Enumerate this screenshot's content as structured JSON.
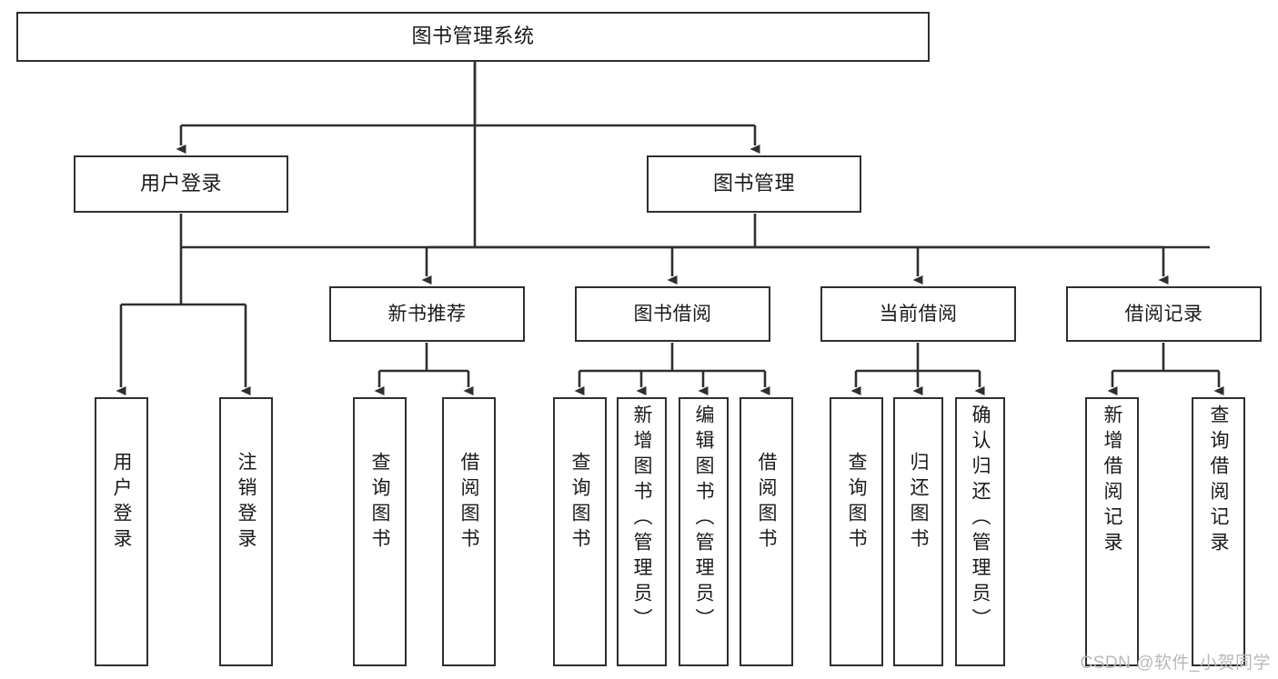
{
  "diagram": {
    "title": "图书管理系统",
    "type": "hierarchy-tree",
    "watermark": "CSDN @软件_小贺同学",
    "colors": {
      "stroke": "#2f2f2f",
      "fill": "#ffffff",
      "text": "#1a1a1a",
      "watermark": "#b9b9b9"
    },
    "nodes": {
      "root": {
        "label": "图书管理系统"
      },
      "level1": [
        {
          "id": "user-login",
          "label": "用户登录"
        },
        {
          "id": "book-management",
          "label": "图书管理"
        }
      ],
      "level2": [
        {
          "id": "new-book-recommend",
          "label": "新书推荐"
        },
        {
          "id": "book-borrow",
          "label": "图书借阅"
        },
        {
          "id": "current-borrow",
          "label": "当前借阅"
        },
        {
          "id": "borrow-record",
          "label": "借阅记录"
        }
      ],
      "leaves": {
        "user_login": [
          {
            "id": "leaf-user-login",
            "label": "用户登录"
          },
          {
            "id": "leaf-logout",
            "label": "注销登录"
          }
        ],
        "new_book_recommend": [
          {
            "id": "leaf-query-book-1",
            "label": "查询图书"
          },
          {
            "id": "leaf-borrow-book-1",
            "label": "借阅图书"
          }
        ],
        "book_borrow": [
          {
            "id": "leaf-query-book-2",
            "label": "查询图书"
          },
          {
            "id": "leaf-add-book",
            "label": "新增图书（管理员）"
          },
          {
            "id": "leaf-edit-book",
            "label": "编辑图书（管理员）"
          },
          {
            "id": "leaf-borrow-book-2",
            "label": "借阅图书"
          }
        ],
        "current_borrow": [
          {
            "id": "leaf-query-book-3",
            "label": "查询图书"
          },
          {
            "id": "leaf-return-book",
            "label": "归还图书"
          },
          {
            "id": "leaf-confirm-return",
            "label": "确认归还（管理员）"
          }
        ],
        "borrow_record": [
          {
            "id": "leaf-add-record",
            "label": "新增借阅记录"
          },
          {
            "id": "leaf-query-record",
            "label": "查询借阅记录"
          }
        ]
      }
    }
  }
}
